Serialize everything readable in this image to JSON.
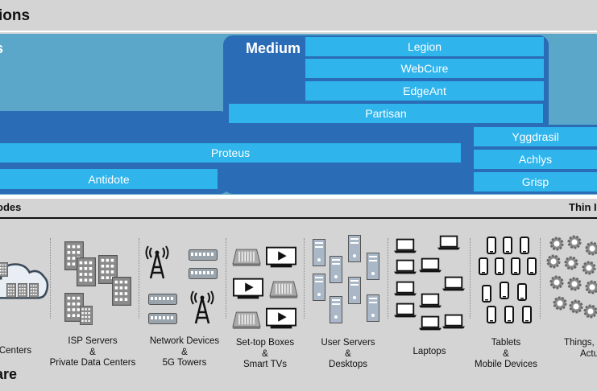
{
  "header": {
    "title": "ions"
  },
  "tiers": {
    "high_label": "s",
    "medium_label": "Medium"
  },
  "frameworks": {
    "legion": "Legion",
    "webcure": "WebCure",
    "edgeant": "EdgeAnt",
    "partisan": "Partisan",
    "proteus": "Proteus",
    "antidote": "Antidote",
    "yggdrasil": "Yggdrasil",
    "achlys": "Achlys",
    "grisp": "Grisp"
  },
  "nodes": {
    "left_label": "odes",
    "right_label": "Thin I"
  },
  "devices": [
    {
      "line1": "Centers",
      "line2": "",
      "line3": ""
    },
    {
      "line1": "ISP Servers",
      "line2": "&",
      "line3": "Private Data Centers"
    },
    {
      "line1": "Network Devices",
      "line2": "&",
      "line3": "5G Towers"
    },
    {
      "line1": "Set-top Boxes",
      "line2": "&",
      "line3": "Smart TVs"
    },
    {
      "line1": "User Servers",
      "line2": "&",
      "line3": "Desktops"
    },
    {
      "line1": "Laptops",
      "line2": "",
      "line3": ""
    },
    {
      "line1": "Tablets",
      "line2": "&",
      "line3": "Mobile Devices"
    },
    {
      "line1": "Things,",
      "line2": "",
      "line3": "Actu"
    }
  ],
  "footer": {
    "hardware_label": "are"
  },
  "colors": {
    "teal": "#5ba7c9",
    "dark_blue": "#2a6cb6",
    "bar_blue": "#2fb4ec",
    "gray": "#d4d4d4"
  }
}
